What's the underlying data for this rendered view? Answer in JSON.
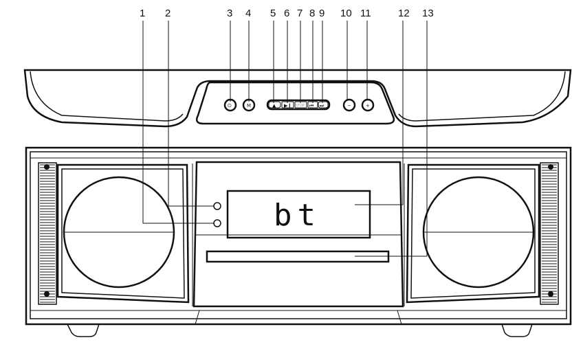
{
  "display": {
    "text": "bt"
  },
  "callouts": [
    {
      "num": "1",
      "part": "indicator-lower"
    },
    {
      "num": "2",
      "part": "indicator-upper"
    },
    {
      "num": "3",
      "part": "power-button"
    },
    {
      "num": "4",
      "part": "mode-button"
    },
    {
      "num": "5",
      "part": "eject-button"
    },
    {
      "num": "6",
      "part": "play-pause-button"
    },
    {
      "num": "7",
      "part": "stop-button"
    },
    {
      "num": "8",
      "part": "previous-button"
    },
    {
      "num": "9",
      "part": "next-button"
    },
    {
      "num": "10",
      "part": "volume-down-button"
    },
    {
      "num": "11",
      "part": "volume-up-button"
    },
    {
      "num": "12",
      "part": "display-window"
    },
    {
      "num": "13",
      "part": "disc-slot"
    }
  ],
  "buttons": {
    "power": "⏻",
    "mode": "M",
    "eject": "▲",
    "play": "▶❙",
    "stop": "STOP",
    "prev": "⏮",
    "next": "⏭",
    "vol_down": "−",
    "vol_up": "+"
  }
}
